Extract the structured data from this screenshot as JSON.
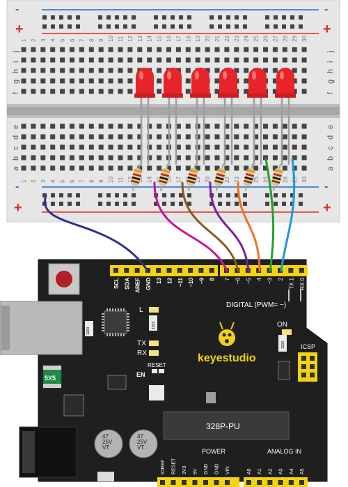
{
  "breadboard": {
    "column_numbers": [
      "1",
      "2",
      "3",
      "4",
      "5",
      "6",
      "7",
      "8",
      "9",
      "10",
      "11",
      "12",
      "13",
      "14",
      "15",
      "16",
      "17",
      "18",
      "19",
      "20",
      "21",
      "22",
      "23",
      "24",
      "25",
      "26",
      "27",
      "28",
      "29",
      "30"
    ],
    "row_letters_top": [
      "j",
      "i",
      "h",
      "g",
      "f"
    ],
    "row_letters_bottom": [
      "e",
      "d",
      "c",
      "b",
      "a"
    ],
    "plus_sign": "+",
    "minus_sign": "-"
  },
  "leds": {
    "count": 6,
    "color": "#e8232a"
  },
  "resistors": {
    "count": 6
  },
  "wires": [
    {
      "name": "gnd-wire",
      "color": "#2e3192"
    },
    {
      "name": "pin7-wire",
      "color": "#c2179e"
    },
    {
      "name": "pin6-wire",
      "color": "#8a5a1e"
    },
    {
      "name": "pin5-wire",
      "color": "#7a1fa2"
    },
    {
      "name": "pin4-wire",
      "color": "#f36f21"
    },
    {
      "name": "pin3-wire",
      "color": "#1fa22e"
    },
    {
      "name": "pin2-wire",
      "color": "#1c9ad6"
    }
  ],
  "board": {
    "top_header_labels": [
      "SCL",
      "SDA",
      "AREF",
      "GND",
      "13",
      "12",
      "~11",
      "~10",
      "~9",
      "8"
    ],
    "digital_labels": [
      "7",
      "~6",
      "~5",
      "4",
      "~3",
      "2",
      "TX 1",
      "RX 0"
    ],
    "digital_title": "DIGITAL (PWM= ~)",
    "led_l": "L",
    "led_tx": "TX",
    "led_rx": "RX",
    "on_label": "ON",
    "reset_label": "RESET",
    "en_label": "EN",
    "icsp_label": "ICSP",
    "logo_text": "keyestudio",
    "chip_label": "328P-PU",
    "fuse_label": "5Χ5",
    "cap_label_1": "47\n25V\nVT",
    "cap_label_2": "47\n25V\nVT",
    "power_title": "POWER",
    "power_labels": [
      "IOREF",
      "RESET",
      "3V3",
      "5V",
      "GND",
      "GND",
      "VIN"
    ],
    "analog_title": "ANALOG IN",
    "analog_labels": [
      "A0",
      "A1",
      "A2",
      "A3",
      "A4",
      "A5"
    ],
    "small_ic_1": "1203",
    "small_ic_2": "1203",
    "small_ic_3": "1203"
  }
}
